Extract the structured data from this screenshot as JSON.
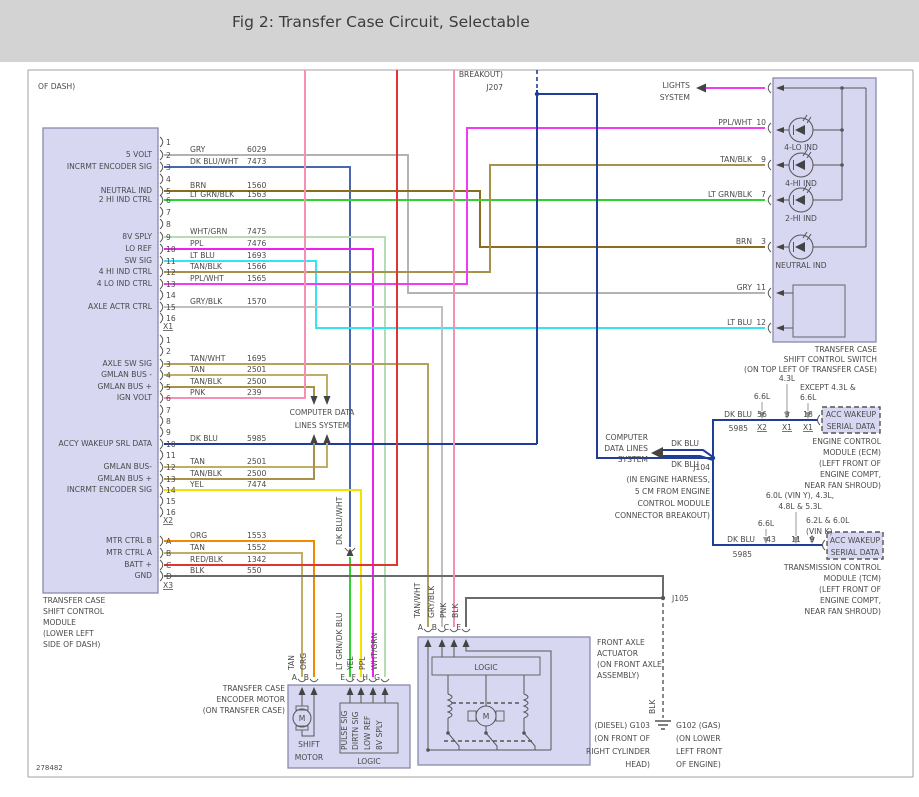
{
  "title": "Fig 2: Transfer Case Circuit, Selectable",
  "page": {
    "top_note": "OF DASH)",
    "fig_num": "278482"
  },
  "wire_colors": {
    "gry": "#b3b3b3",
    "dk_blu_wht": "#4a66b0",
    "brn": "#8a6d1f",
    "lt_grn_blk": "#2fd32f",
    "wht_grn": "#b5dcb5",
    "ppl": "#ee22ee",
    "lt_blu": "#35e3f2",
    "tan_blk": "#a6924a",
    "ppl_wht": "#f23cf2",
    "gry_blk": "#c0c0c0",
    "tan_wht": "#b3a15c",
    "tan": "#c0ad66",
    "pnk": "#f490b2",
    "dk_blu": "#1f3d99",
    "yel": "#f2e300",
    "org": "#f28a00",
    "red_blk": "#e03434",
    "blk": "#6b6b6b",
    "lt_grn_dk_blu": "#2fd32f"
  },
  "module": {
    "label": [
      "TRANSFER CASE",
      "SHIFT CONTROL",
      "MODULE",
      "(LOWER LEFT",
      "SIDE OF DASH)"
    ],
    "x1": {
      "code": "X1",
      "pins": [
        "1",
        "2",
        "3",
        "4",
        "5",
        "6",
        "7",
        "8",
        "9",
        "10",
        "11",
        "12",
        "13",
        "14",
        "15",
        "16"
      ],
      "rows": [
        {},
        {
          "sig": "5 VOLT",
          "wire": "GRY",
          "ckt": "6029"
        },
        {
          "sig": "INCRMT ENCODER SIG",
          "wire": "DK BLU/WHT",
          "ckt": "7473"
        },
        {},
        {
          "sig": "NEUTRAL IND",
          "wire": "BRN",
          "ckt": "1560"
        },
        {
          "sig": "2 HI IND CTRL",
          "wire": "LT GRN/BLK",
          "ckt": "1563"
        },
        {},
        {},
        {
          "sig": "8V SPLY",
          "wire": "WHT/GRN",
          "ckt": "7475"
        },
        {
          "sig": "LO REF",
          "wire": "PPL",
          "ckt": "7476"
        },
        {
          "sig": "SW SIG",
          "wire": "LT BLU",
          "ckt": "1693"
        },
        {
          "sig": "4 HI IND CTRL",
          "wire": "TAN/BLK",
          "ckt": "1566"
        },
        {
          "sig": "4 LO IND CTRL",
          "wire": "PPL/WHT",
          "ckt": "1565"
        },
        {},
        {
          "sig": "AXLE ACTR CTRL",
          "wire": "GRY/BLK",
          "ckt": "1570"
        },
        {}
      ]
    },
    "x2": {
      "code": "X2",
      "pins": [
        "1",
        "2",
        "3",
        "4",
        "5",
        "6",
        "7",
        "8",
        "9",
        "10",
        "11",
        "12",
        "13",
        "14",
        "15",
        "16"
      ],
      "rows": [
        {},
        {},
        {
          "sig": "AXLE SW SIG",
          "wire": "TAN/WHT",
          "ckt": "1695"
        },
        {
          "sig": "GMLAN BUS -",
          "wire": "TAN",
          "ckt": "2501"
        },
        {
          "sig": "GMLAN BUS +",
          "wire": "TAN/BLK",
          "ckt": "2500"
        },
        {
          "sig": "IGN VOLT",
          "wire": "PNK",
          "ckt": "239"
        },
        {},
        {},
        {},
        {
          "sig": "ACCY WAKEUP SRL DATA",
          "wire": "DK BLU",
          "ckt": "5985"
        },
        {},
        {
          "sig": "GMLAN BUS-",
          "wire": "TAN",
          "ckt": "2501"
        },
        {
          "sig": "GMLAN BUS +",
          "wire": "TAN/BLK",
          "ckt": "2500"
        },
        {
          "sig": "INCRMT ENCODER SIG",
          "wire": "YEL",
          "ckt": "7474"
        },
        {},
        {}
      ]
    },
    "x3": {
      "code": "X3",
      "pins": [
        "A",
        "B",
        "C",
        "D"
      ],
      "rows": [
        {
          "sig": "MTR CTRL B",
          "wire": "ORG",
          "ckt": "1553"
        },
        {
          "sig": "MTR CTRL A",
          "wire": "TAN",
          "ckt": "1552"
        },
        {
          "sig": "BATT +",
          "wire": "RED/BLK",
          "ckt": "1342"
        },
        {
          "sig": "GND",
          "wire": "BLK",
          "ckt": "550"
        }
      ]
    }
  },
  "tswitch": {
    "pins": [
      {
        "wire": "PPL/WHT",
        "num": "10"
      },
      {
        "wire": "TAN/BLK",
        "num": "9"
      },
      {
        "wire": "LT GRN/BLK",
        "num": "7"
      },
      {
        "wire": "BRN",
        "num": "3"
      },
      {
        "wire": "GRY",
        "num": "11"
      },
      {
        "wire": "LT BLU",
        "num": "12"
      }
    ],
    "leds": [
      "4-LO IND",
      "4-HI IND",
      "2-HI IND",
      "NEUTRAL IND"
    ],
    "label": [
      "TRANSFER CASE",
      "SHIFT CONTROL SWITCH",
      "(ON TOP LEFT OF TRANSFER CASE)"
    ]
  },
  "lights": {
    "label": [
      "LIGHTS",
      "SYSTEM"
    ]
  },
  "jx": {
    "j207": [
      "BREAKOUT)",
      "J207"
    ],
    "j104": [
      "J104",
      "(IN ENGINE HARNESS,",
      "5 CM FROM ENGINE",
      "CONTROL MODULE",
      "CONNECTOR BREAKOUT)"
    ],
    "j105": "J105",
    "dk_blu_a": "DK BLU",
    "dk_blu_b": "DK BLU"
  },
  "computer": {
    "left": [
      "COMPUTER DATA",
      "LINES SYSTEM"
    ],
    "right": [
      "COMPUTER",
      "DATA LINES",
      "SYSTEM"
    ]
  },
  "ecm": {
    "wire": "DK BLU",
    "ckt": "5985",
    "pins": [
      "56",
      "3",
      "18"
    ],
    "xcodes": [
      "X2",
      "X1",
      "X1"
    ],
    "v_66": "6.6L",
    "v_43": "4.3L",
    "v_except": [
      "EXCEPT 4.3L &",
      "6.6L"
    ],
    "acc": [
      "ACC WAKEUP",
      "SERIAL DATA"
    ],
    "label": [
      "ENGINE CONTROL",
      "MODULE (ECM)",
      "(LEFT FRONT OF",
      "ENGINE COMPT,",
      "NEAR FAN SHROUD)"
    ]
  },
  "tcm": {
    "wire": "DK BLU",
    "ckt": "5985",
    "pins": [
      "43",
      "11",
      "9"
    ],
    "v_66": "6.6L",
    "v_60": [
      "6.0L (VIN Y), 4.3L,",
      "4.8L & 5.3L"
    ],
    "v_62": [
      "6.2L & 6.0L",
      "(VIN K)"
    ],
    "acc": [
      "ACC WAKEUP",
      "SERIAL DATA"
    ],
    "label": [
      "TRANSMISSION CONTROL",
      "MODULE (TCM)",
      "(LEFT FRONT OF",
      "ENGINE COMPT,",
      "NEAR FAN SHROUD)"
    ]
  },
  "encoder": {
    "label": [
      "TRANSFER CASE",
      "ENCODER MOTOR",
      "(ON TRANSFER CASE)"
    ],
    "pins": [
      "A",
      "B",
      "E",
      "F",
      "H",
      "G"
    ],
    "wire_tags": [
      "TAN",
      "ORG",
      "LT GRN/DK BLU",
      "YEL",
      "PPL",
      "WHT/GRN"
    ],
    "logic_sigs": [
      "PULSE SIG",
      "DIRTN SIG",
      "LOW REF",
      "8V SPLY"
    ],
    "logic": "LOGIC",
    "motor_label": [
      "SHIFT",
      "MOTOR"
    ],
    "m": "M"
  },
  "actuator": {
    "label": [
      "FRONT AXLE",
      "ACTUATOR",
      "(ON FRONT AXLE",
      "ASSEMBLY)"
    ],
    "pins": [
      "A",
      "B",
      "C",
      "E"
    ],
    "wire_tags": [
      "TAN/WHT",
      "GRY/BLK",
      "PNK",
      "BLK"
    ],
    "logic": "LOGIC",
    "m": "M"
  },
  "grounds": {
    "blk_tag": "BLK",
    "g103": [
      "(DIESEL)  G103",
      "(ON FRONT OF",
      "RIGHT CYLINDER",
      "HEAD)"
    ],
    "g102": [
      "G102   (GAS)",
      "(ON LOWER",
      "LEFT FRONT",
      "OF ENGINE)"
    ]
  },
  "tags": {
    "dk_blu_wht": "DK BLU/WHT"
  }
}
